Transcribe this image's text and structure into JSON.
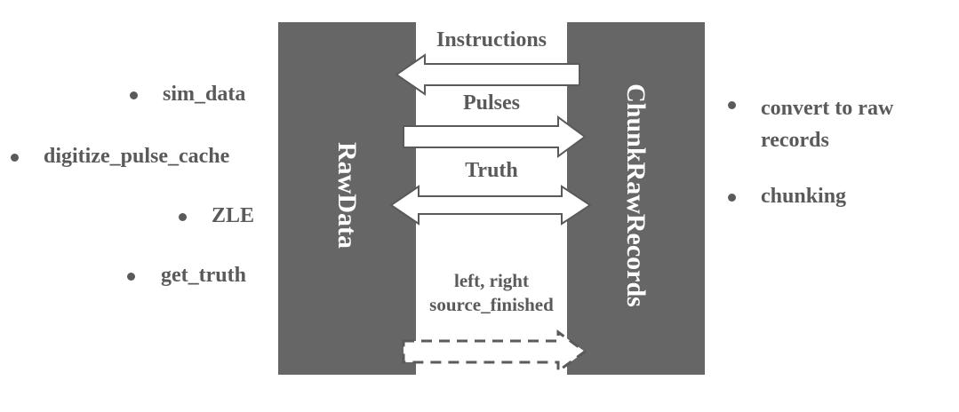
{
  "left_list": {
    "items": [
      "sim_data",
      "digitize_pulse_cache",
      "ZLE",
      "get_truth"
    ]
  },
  "right_list": {
    "items": [
      "convert to raw records",
      "chunking"
    ]
  },
  "blocks": {
    "left": "RawData",
    "right": "ChunkRawRecords"
  },
  "arrows": {
    "instructions": "Instructions",
    "pulses": "Pulses",
    "truth": "Truth",
    "note_line1": "left, right",
    "note_line2": "source_finished"
  },
  "colors": {
    "block": "#666666",
    "text": "#5a5a5a",
    "arrow_fill": "#ffffff"
  }
}
